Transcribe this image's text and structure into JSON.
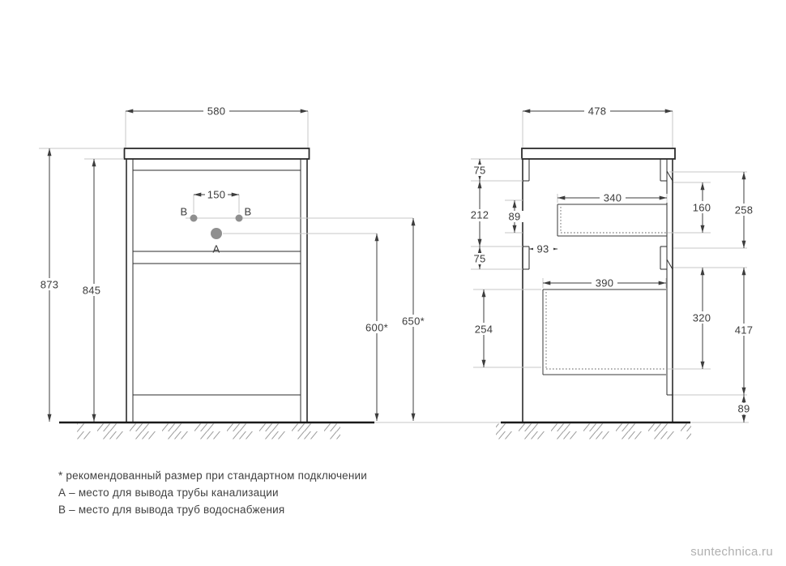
{
  "front_view": {
    "top_width": "580",
    "overall_height": "873",
    "cabinet_height": "845",
    "holes_spacing": "150",
    "drain_height": "600*",
    "water_height": "650*",
    "point_a": "A",
    "point_b_left": "B",
    "point_b_right": "B"
  },
  "side_view": {
    "top_depth": "478",
    "top_rail": "75",
    "upper_section": "212",
    "drawer1_inner": "89",
    "mid_rail": "75",
    "drawer1_depth": "340",
    "rail_gap": "93",
    "drawer2_depth": "390",
    "drawer2_inner": "254",
    "front1_height": "160",
    "front1_total": "258",
    "front2_height": "320",
    "front2_total": "417",
    "floor_gap": "89"
  },
  "notes": {
    "recommended": "* рекомендованный размер при стандартном подключении",
    "point_a": "А – место для вывода трубы канализации",
    "point_b": "В – место для вывода труб водоснабжения"
  },
  "watermark": "suntechnica.ru",
  "colors": {
    "dimension_line": "#3d3d3d",
    "cabinet_line": "#2b2b2b",
    "extension_line": "#c7c7c7",
    "connection_dot": "#8f8f8f",
    "watermark": "#b0b0b0"
  }
}
